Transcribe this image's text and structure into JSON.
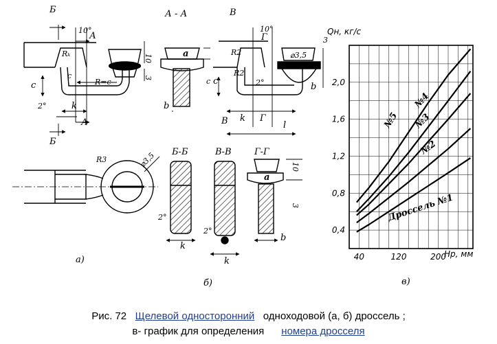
{
  "drawings": {
    "section_aa": "А - А",
    "section_bb": "Б-Б",
    "section_vv": "В-В",
    "section_gg": "Г-Г",
    "mark_b": "Б",
    "mark_a": "А",
    "mark_v": "В",
    "mark_g": "Г",
    "angle_10": "10°",
    "angle_2": "2°",
    "dim_r3": "R3",
    "dim_r2": "R2",
    "dim_rc": "R=c",
    "dim_d35": "⌀3,5",
    "dim_10": "10",
    "dim_3": "3",
    "lbl_a": "a",
    "lbl_b": "b",
    "lbl_c": "c",
    "lbl_k": "k",
    "lbl_l": "l",
    "lbl_rk": "Rₖ",
    "panel_a": "а)",
    "panel_b": "б)",
    "panel_v": "в)"
  },
  "chart_data": {
    "type": "line",
    "title": "",
    "ylabel": "Qн, кг/с",
    "xlabel": "Hр, мм",
    "xlim": [
      20,
      270
    ],
    "ylim": [
      0.2,
      2.4
    ],
    "x_ticks": [
      "40",
      "120",
      "200"
    ],
    "y_ticks": [
      "0,4",
      "0,8",
      "1,2",
      "1,6",
      "2,0"
    ],
    "grid": true,
    "series": [
      {
        "name": "Дроссель №1",
        "x": [
          35,
          60,
          100,
          140,
          180,
          220,
          265
        ],
        "y": [
          0.38,
          0.46,
          0.6,
          0.74,
          0.88,
          1.02,
          1.18
        ]
      },
      {
        "name": "№2",
        "x": [
          35,
          60,
          100,
          140,
          180,
          220,
          265
        ],
        "y": [
          0.48,
          0.58,
          0.75,
          0.92,
          1.1,
          1.28,
          1.5
        ]
      },
      {
        "name": "№3",
        "x": [
          35,
          60,
          100,
          140,
          180,
          220,
          265
        ],
        "y": [
          0.56,
          0.68,
          0.9,
          1.12,
          1.36,
          1.6,
          1.88
        ]
      },
      {
        "name": "№4",
        "x": [
          35,
          60,
          100,
          140,
          180,
          220,
          265
        ],
        "y": [
          0.6,
          0.74,
          0.98,
          1.24,
          1.52,
          1.8,
          2.12
        ]
      },
      {
        "name": "№5",
        "x": [
          35,
          60,
          100,
          140,
          180,
          220,
          265
        ],
        "y": [
          0.7,
          0.86,
          1.14,
          1.46,
          1.78,
          2.08,
          2.36
        ]
      }
    ]
  },
  "caption": {
    "line1_prefix": "Рис. 72",
    "line1_link": "Щелевой  односторонний",
    "line1_rest": "одноходовой (а, б)  дроссель ;",
    "line2_prefix": "в- график    для определения",
    "line2_link": "номера  дросселя"
  }
}
